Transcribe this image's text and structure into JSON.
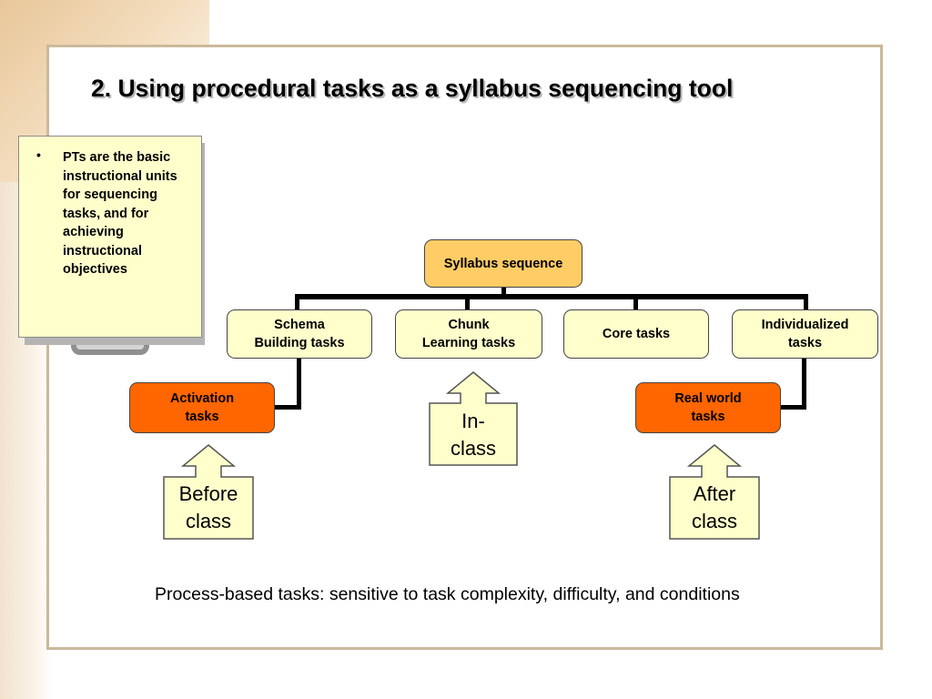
{
  "title": "2. Using procedural tasks as a syllabus sequencing tool",
  "note": {
    "bullet": "•",
    "text": "PTs are the basic instructional units for sequencing tasks, and for achieving instructional objectives"
  },
  "diagram": {
    "root": "Syllabus sequence",
    "children": [
      "Schema\nBuilding tasks",
      "Chunk\nLearning tasks",
      "Core tasks",
      "Individualized\ntasks"
    ],
    "activation": "Activation\ntasks",
    "real_world": "Real world\ntasks"
  },
  "callouts": {
    "before": "Before\nclass",
    "in_class": "In-\nclass",
    "after": "After\nclass"
  },
  "footer": "Process-based tasks: sensitive to task complexity, difficulty, and conditions",
  "colors": {
    "root_fill": "#ffcc66",
    "child_fill": "#ffffcc",
    "leaf_fill": "#ff6600",
    "frame": "#cbb99a"
  }
}
